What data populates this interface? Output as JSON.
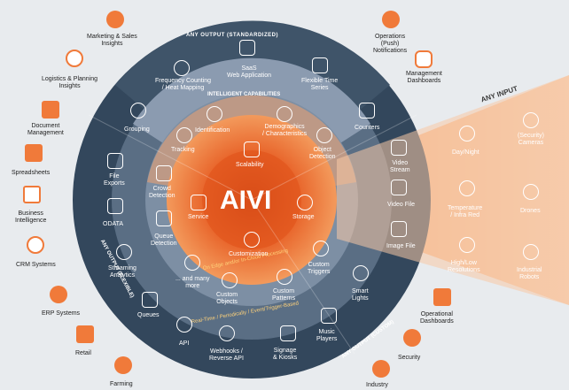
{
  "center": {
    "title": "AIVI",
    "service": "Service",
    "storage": "Storage",
    "scalability": "Scalability",
    "customization": "Customization"
  },
  "arcs": {
    "any_output_std": "ANY OUTPUT (STANDARDIZED)",
    "intelligent": "INTELLIGENT CAPABILITIES",
    "any_output_flex": "ANY OUTPUT (FLEXIBLE)",
    "any_output_custom": "ANY OUTPUT (CUSTOM)",
    "processing": "On Edge and/or In-Cloud Processing",
    "timing": "Real-Time / Periodically / Event/Trigger-Based",
    "any_input": "ANY INPUT"
  },
  "std_ring": {
    "freq": "Frequency Counting\n/ Heat Mapping",
    "saas": "SaaS\nWeb Application",
    "flex_ts": "Flexible Time\nSeries",
    "grouping": "Grouping",
    "counters": "Counters"
  },
  "intel_ring": {
    "identification": "Identification",
    "demographics": "Demographics\n/ Characteristics",
    "tracking": "Tracking",
    "object_detection": "Object\nDetection",
    "crowd": "Crowd\nDetection",
    "queue": "Queue\nDetection",
    "many": "... and many\nmore",
    "custom_objects": "Custom\nObjects",
    "custom_patterns": "Custom\nPatterns",
    "custom_triggers": "Custom\nTriggers"
  },
  "flex_ring": {
    "file_exports": "File\nExports",
    "odata": "ODATA",
    "streaming": "Streaming\nAnalytics",
    "queues": "Queues",
    "api": "API",
    "webhooks": "Webhooks /\nReverse API"
  },
  "custom_ring": {
    "smart_lights": "Smart\nLights",
    "music_players": "Music\nPlayers",
    "signage": "Signage\n& Kiosks"
  },
  "inputs": {
    "video_stream": "Video\nStream",
    "video_file": "Video File",
    "image_file": "Image File",
    "day_night": "Day/Night",
    "security_cameras": "(Security)\nCameras",
    "temperature": "Temperature\n/ Infra Red",
    "drones": "Drones",
    "resolutions": "High/Low\nResolutions",
    "industrial_robots": "Industrial\nRobots"
  },
  "outer": {
    "marketing": "Marketing & Sales\nInsights",
    "logistics": "Logistics & Planning\nInsights",
    "document": "Document\nManagement",
    "spreadsheets": "Spreadsheets",
    "bi": "Business\nIntelligence",
    "crm": "CRM Systems",
    "erp": "ERP Systems",
    "retail": "Retail",
    "farming": "Farming",
    "operations_push": "Operations\n(Push)\nNotifications",
    "management": "Management\nDashboards",
    "operational": "Operational\nDashboards",
    "security": "Security",
    "industry": "Industry"
  },
  "colors": {
    "orange": "#f07a3a",
    "dark_navy": "#33475c",
    "slate": "#5a6e84",
    "inner_slate": "#7d8fa4",
    "peach": "#f7c9a6"
  }
}
